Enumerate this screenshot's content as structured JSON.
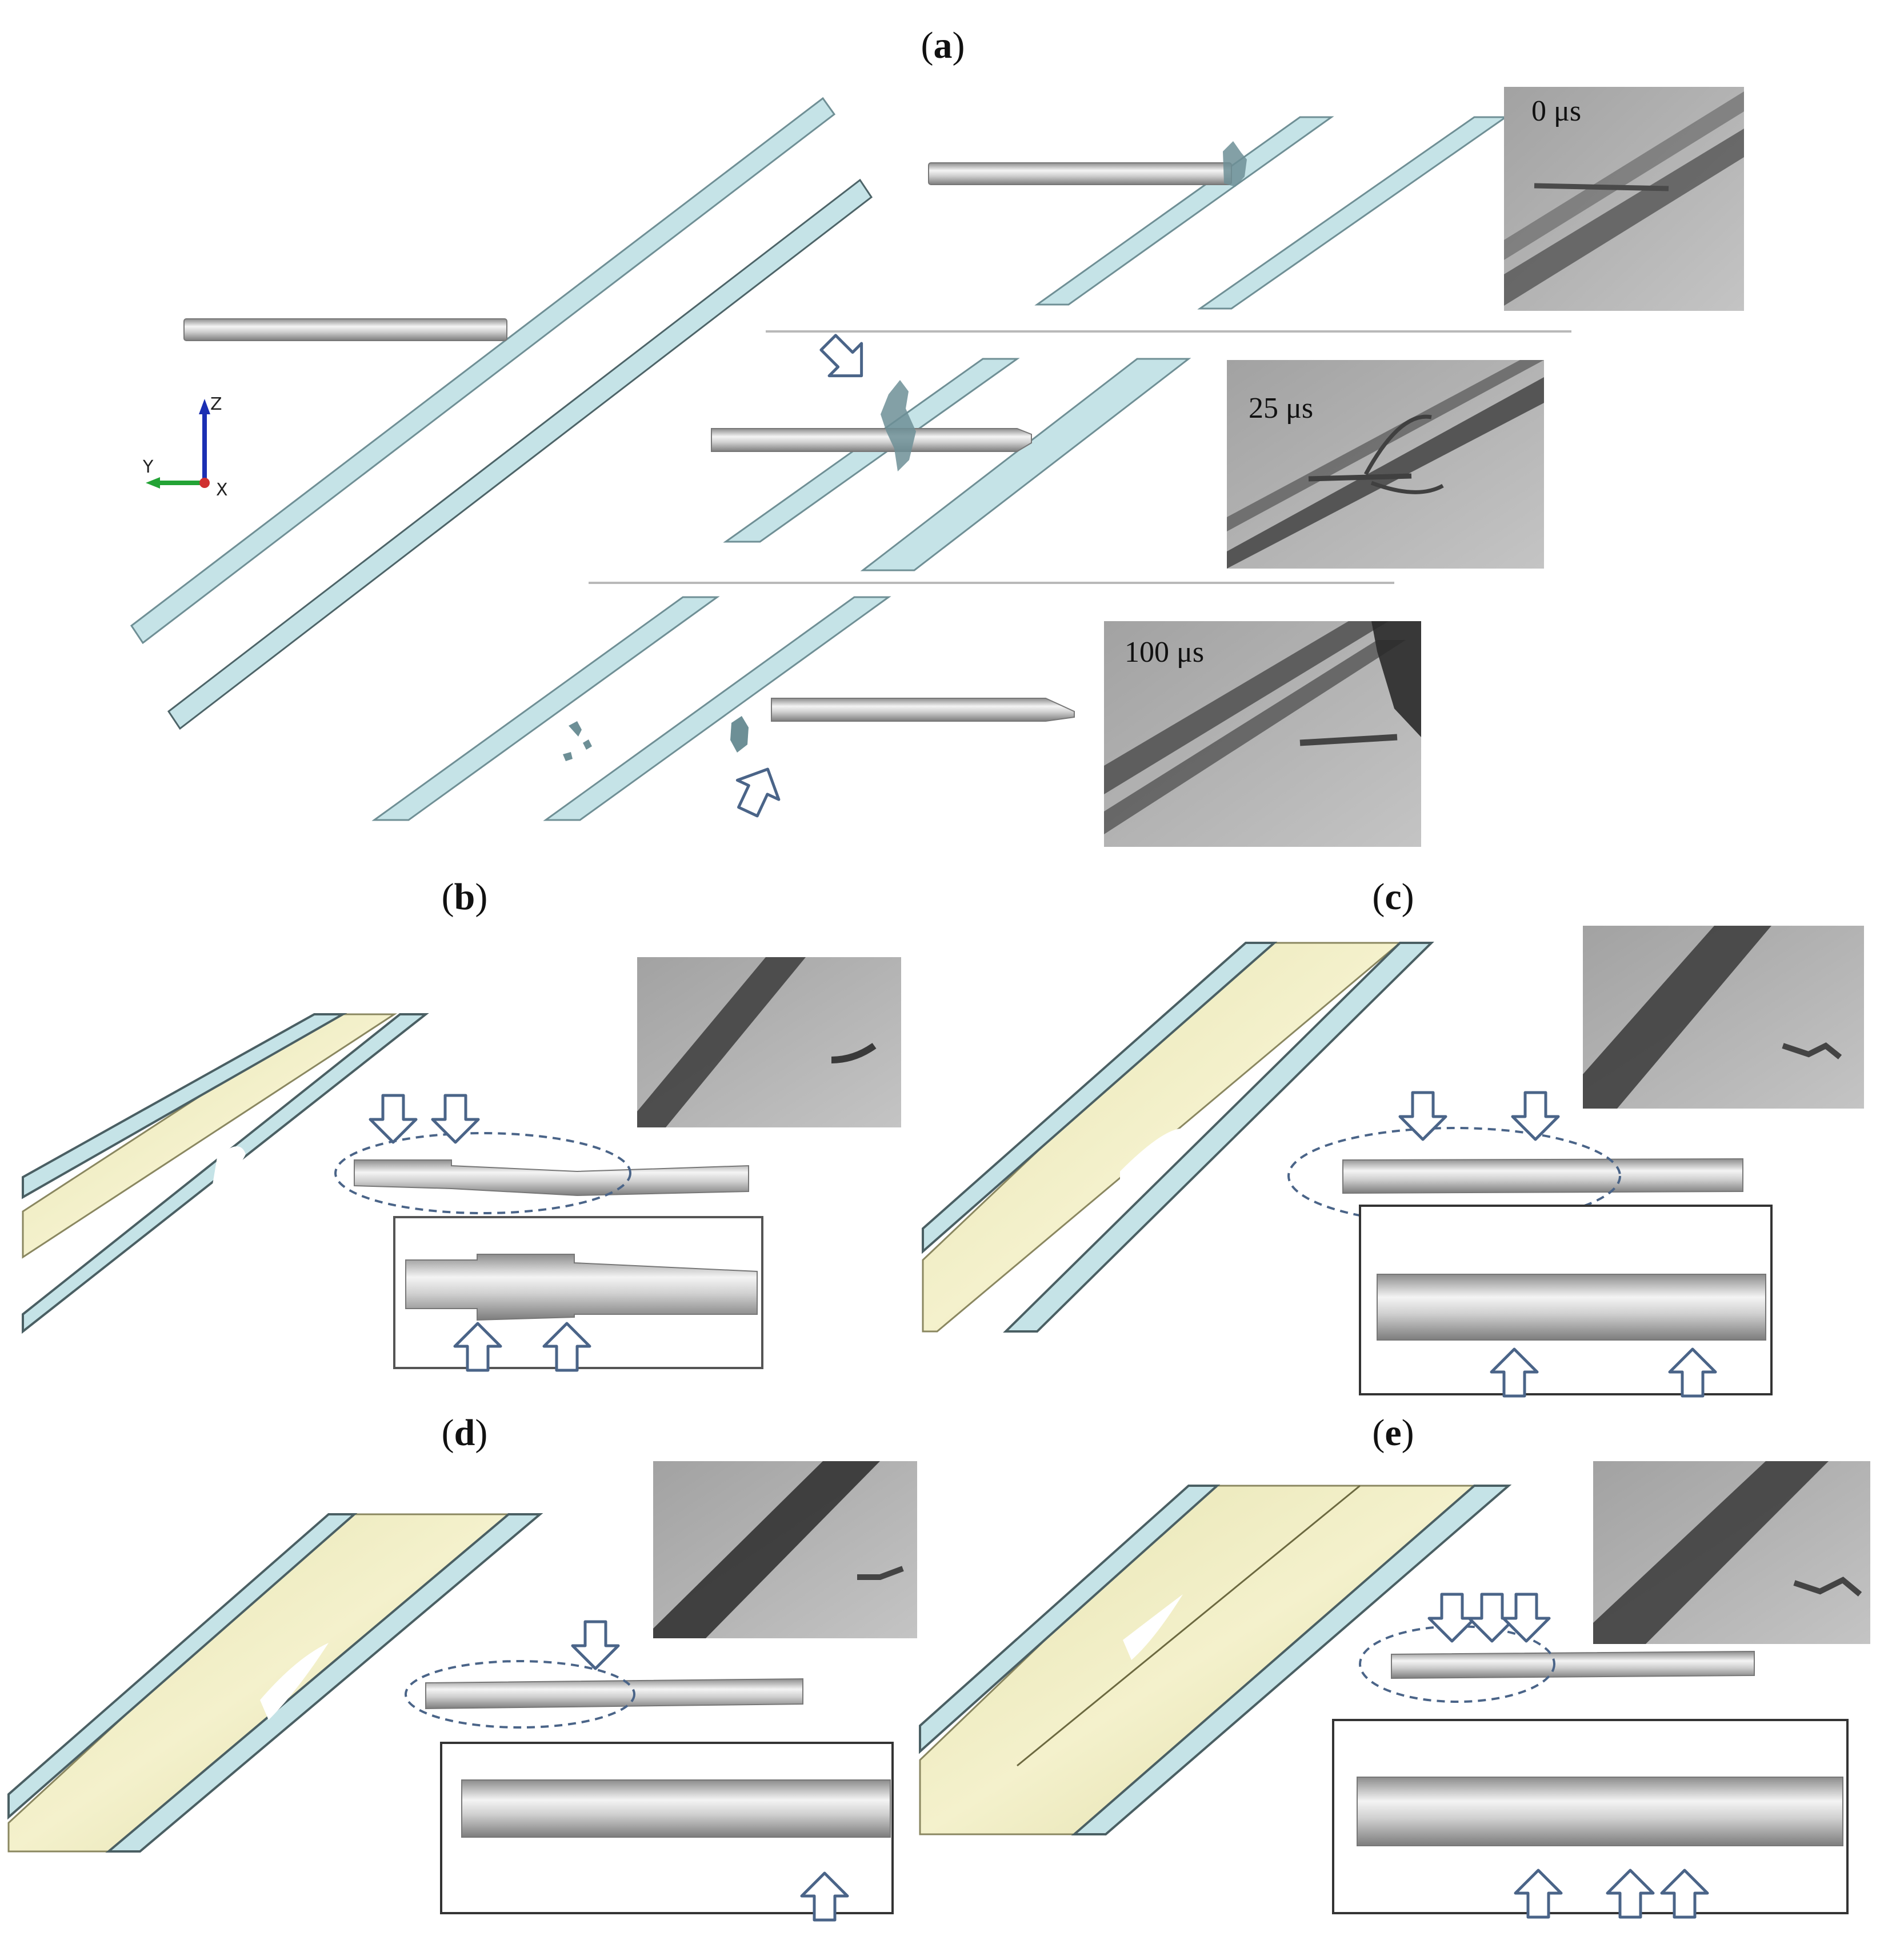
{
  "figure": {
    "panels": {
      "a": {
        "paren_open": "(",
        "letter": "a",
        "paren_close": ")"
      },
      "b": {
        "paren_open": "(",
        "letter": "b",
        "paren_close": ")"
      },
      "c": {
        "paren_open": "(",
        "letter": "c",
        "paren_close": ")"
      },
      "d": {
        "paren_open": "(",
        "letter": "d",
        "paren_close": ")"
      },
      "e": {
        "paren_open": "(",
        "letter": "e",
        "paren_close": ")"
      }
    },
    "timestamps": [
      "0 μs",
      "25 μs",
      "100 μs"
    ],
    "axes": {
      "z": "Z",
      "y": "Y",
      "x": "X"
    }
  },
  "colors": {
    "plate_fill": "#c5e3e7",
    "plate_edge": "#6f8f95",
    "rod_light": "#f2f2f2",
    "rod_dark": "#8a8a8a",
    "inner_layer": "#ece9bd",
    "photo_bg": "#a9a9a9",
    "photo_dark": "#4a4a4a",
    "arrow": "#4a6488",
    "axis_z": "#1b2fb3",
    "axis_y": "#23a335",
    "axis_x": "#d03030"
  },
  "icons": {
    "arrow_down": "hollow-arrow-down-icon",
    "arrow_up": "hollow-arrow-up-icon",
    "axis_triad": "xyz-axis-icon"
  }
}
